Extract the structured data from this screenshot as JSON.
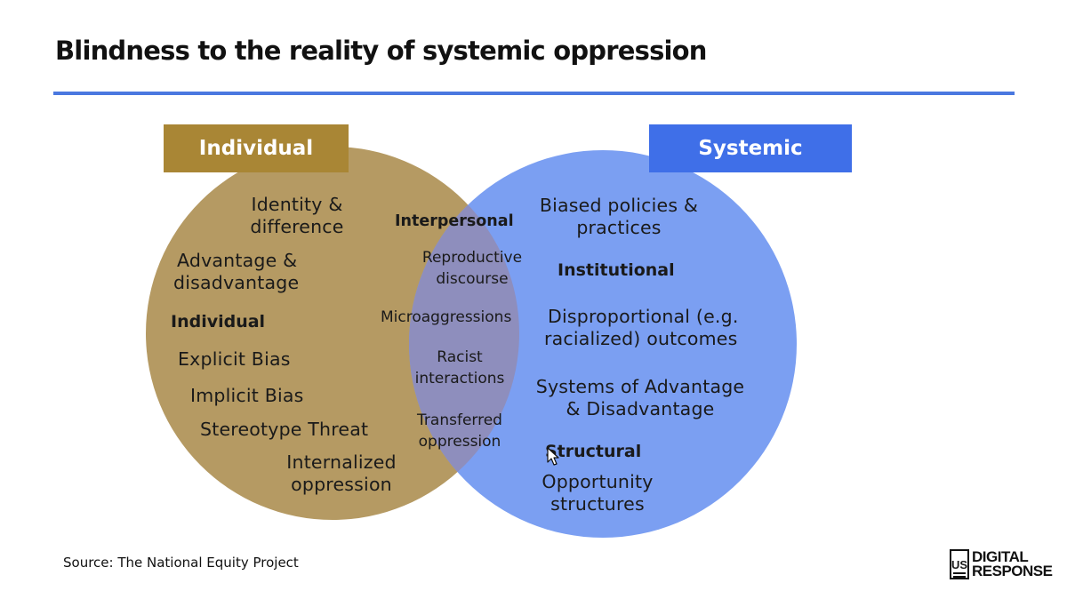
{
  "title": "Blindness to the reality of systemic oppression",
  "colors": {
    "accent_rule": "#4a78e0",
    "individual": "#a98635",
    "systemic": "#3f6fe8",
    "individual_circle": "#b59a63",
    "systemic_circle": "#7b9ff2",
    "overlap": "#8e8ebd"
  },
  "individual": {
    "header": "Individual",
    "items": [
      {
        "line1": "Identity &",
        "line2": "difference"
      },
      {
        "line1": "Advantage &",
        "line2": "disadvantage"
      }
    ],
    "section_label": "Individual",
    "bias_items": [
      "Explicit Bias",
      "Implicit Bias",
      "Stereotype Threat"
    ],
    "internalized": {
      "line1": "Internalized",
      "line2": "oppression"
    }
  },
  "interpersonal": {
    "label": "Interpersonal",
    "items": [
      {
        "line1": "Reproductive",
        "line2": "discourse"
      },
      {
        "line1": "Microaggressions",
        "line2": ""
      },
      {
        "line1": "Racist",
        "line2": "interactions"
      },
      {
        "line1": "Transferred",
        "line2": "oppression"
      }
    ]
  },
  "systemic": {
    "header": "Systemic",
    "policies": {
      "line1": "Biased policies &",
      "line2": "practices"
    },
    "institutional_label": "Institutional",
    "disproportional": {
      "line1": "Disproportional (e.g.",
      "line2": "racialized) outcomes"
    },
    "systems": {
      "line1": "Systems of Advantage",
      "line2": "& Disadvantage"
    },
    "structural_label": "Structural",
    "opportunity": {
      "line1": "Opportunity",
      "line2": "structures"
    }
  },
  "source": "Source: The National Equity Project",
  "logo": {
    "mark": "US",
    "line1": "DIGITAL",
    "line2": "RESPONSE"
  },
  "icons": {
    "cursor": "mouse-pointer-icon"
  }
}
